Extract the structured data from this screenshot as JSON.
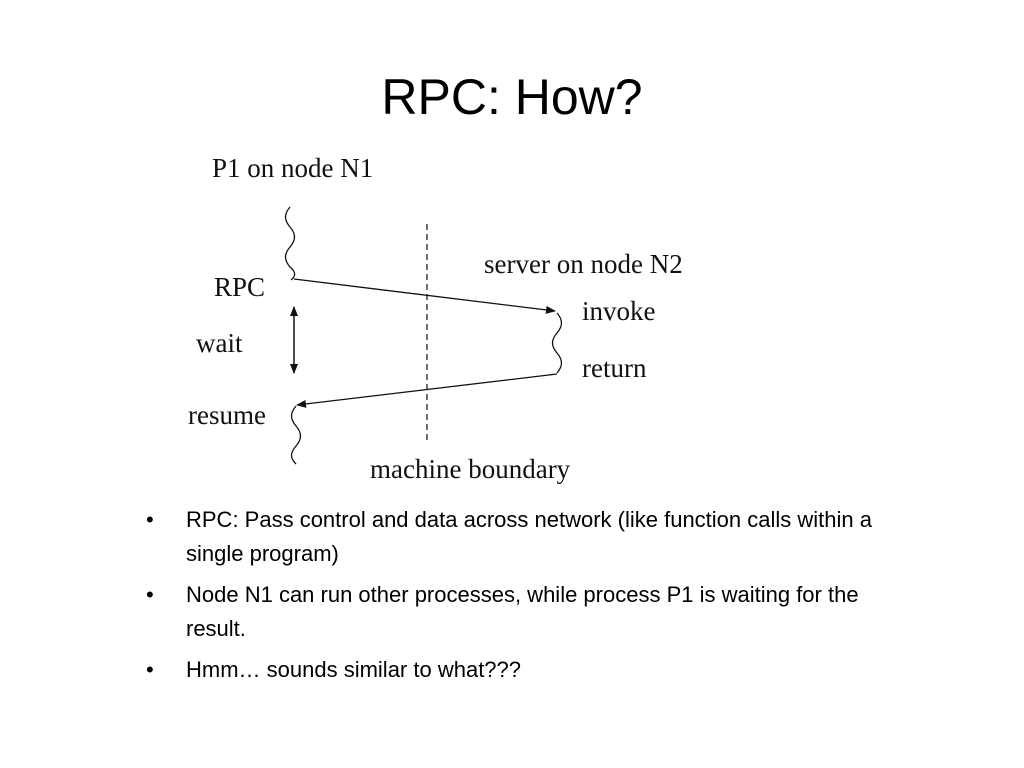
{
  "slide": {
    "title": "RPC: How?"
  },
  "diagram": {
    "client_label": "P1 on node N1",
    "server_label": "server on node N2",
    "rpc_label": "RPC",
    "wait_label": "wait",
    "resume_label": "resume",
    "invoke_label": "invoke",
    "return_label": "return",
    "boundary_label": "machine boundary"
  },
  "bullets": [
    "RPC: Pass control and data across network (like function calls within a single program)",
    "Node N1 can run other processes, while process P1 is waiting for the result.",
    "Hmm…  sounds similar to what???"
  ],
  "bullet_glyph": "•"
}
